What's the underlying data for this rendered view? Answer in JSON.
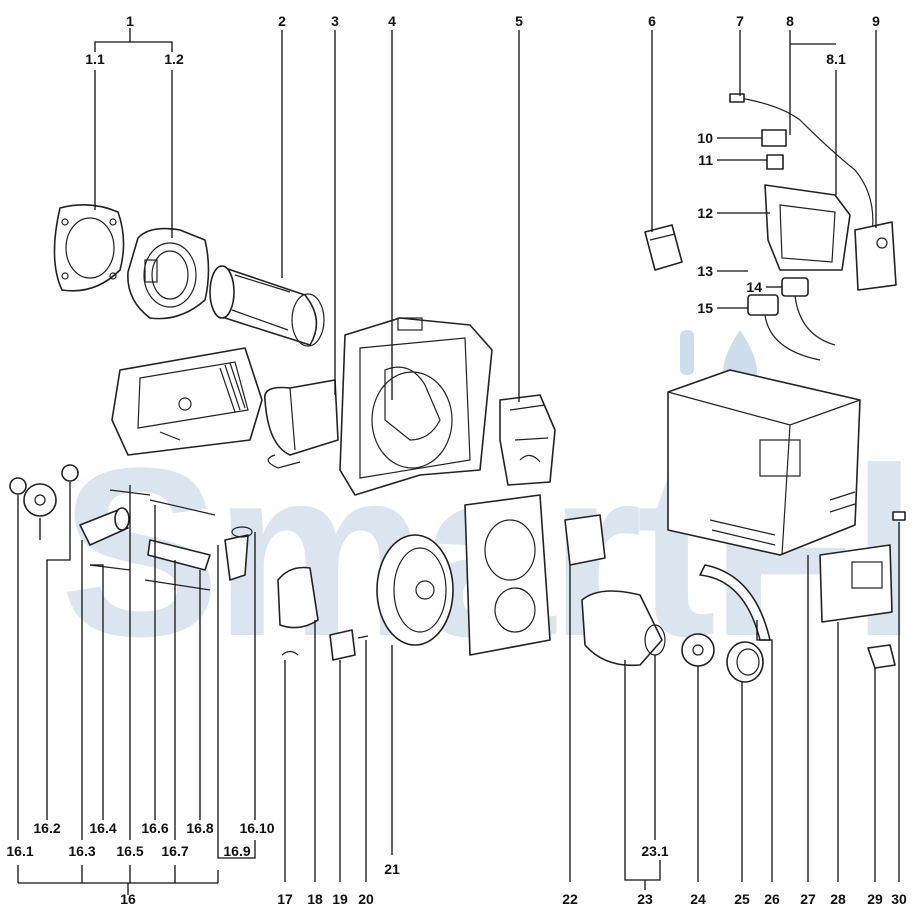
{
  "watermark": {
    "text": "SmartFlam"
  },
  "callouts": {
    "p1": "1",
    "p1_1": "1.1",
    "p1_2": "1.2",
    "p2": "2",
    "p3": "3",
    "p4": "4",
    "p5": "5",
    "p6": "6",
    "p7": "7",
    "p8": "8",
    "p8_1": "8.1",
    "p9": "9",
    "p10": "10",
    "p11": "11",
    "p12": "12",
    "p13": "13",
    "p14": "14",
    "p15": "15",
    "p16": "16",
    "p16_1": "16.1",
    "p16_2": "16.2",
    "p16_3": "16.3",
    "p16_4": "16.4",
    "p16_5": "16.5",
    "p16_6": "16.6",
    "p16_7": "16.7",
    "p16_8": "16.8",
    "p16_9": "16.9",
    "p16_10": "16.10",
    "p17": "17",
    "p18": "18",
    "p19": "19",
    "p20": "20",
    "p21": "21",
    "p22": "22",
    "p23": "23",
    "p23_1": "23.1",
    "p24": "24",
    "p25": "25",
    "p26": "26",
    "p27": "27",
    "p28": "28",
    "p29": "29",
    "p30": "30"
  }
}
